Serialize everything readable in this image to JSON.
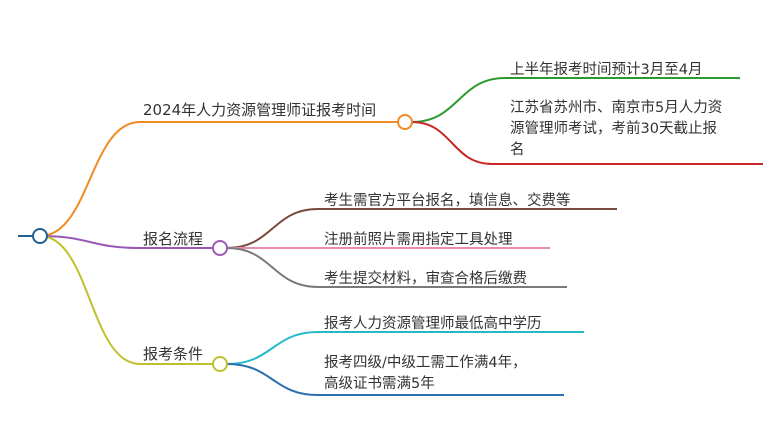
{
  "root": {
    "color": "#1f5f8b"
  },
  "branches": [
    {
      "label": "2024年人力资源管理师证报考时间",
      "color": "#f08a24",
      "leaves": [
        {
          "lines": [
            "上半年报考时间预计3月至4月"
          ],
          "color": "#2e9a2e"
        },
        {
          "lines": [
            "江苏省苏州市、南京市5月人力资",
            "源管理师考试，考前30天截止报",
            "名"
          ],
          "color": "#c62828"
        }
      ]
    },
    {
      "label": "报名流程",
      "color": "#9b59b6",
      "leaves": [
        {
          "lines": [
            "考生需官方平台报名，填信息、交费等"
          ],
          "color": "#7b4a3f"
        },
        {
          "lines": [
            "注册前照片需用指定工具处理"
          ],
          "color": "#e88ab3"
        },
        {
          "lines": [
            "考生提交材料，审查合格后缴费"
          ],
          "color": "#7a7a7a"
        }
      ]
    },
    {
      "label": "报考条件",
      "color": "#c0c02a",
      "leaves": [
        {
          "lines": [
            "报考人力资源管理师最低高中学历"
          ],
          "color": "#25b8c8"
        },
        {
          "lines": [
            "报考四级/中级工需工作满4年，",
            "高级证书需满5年"
          ],
          "color": "#2a6fb0"
        }
      ]
    }
  ]
}
